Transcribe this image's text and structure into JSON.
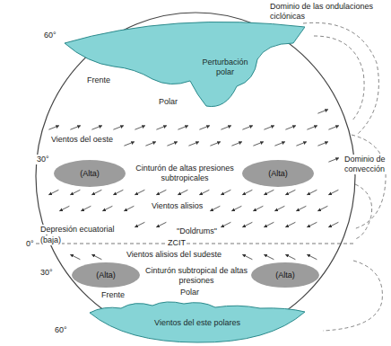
{
  "diagram": {
    "nodes": [
      {
        "text": [
          "Perturbación polar"
        ]
      },
      {
        "text": [
          "(Alta)"
        ]
      },
      {
        "text": [
          "(Alta)"
        ]
      },
      {
        "text": [
          "(Alta)"
        ]
      },
      {
        "text": [
          "(Alta)"
        ]
      },
      {
        "text": [
          "Vientos del este polares"
        ]
      }
    ],
    "labels": [
      "Dominio de las ondulaciones ciclónicas",
      "60°",
      "Frente",
      "Polar",
      "Vientos del oeste",
      "30°",
      "Cinturón de altas presiones subtropicales",
      "Vientos alisios",
      "Depresión ecuatorial",
      "Dominio de convección",
      "(baja)",
      "0°",
      "\"Doldrums\"",
      "ZCIT",
      "Vientos alisios del sudeste",
      "30°",
      "Cinturón subtropical de altas presiones",
      "Frente",
      "Polar",
      "60°"
    ]
  }
}
